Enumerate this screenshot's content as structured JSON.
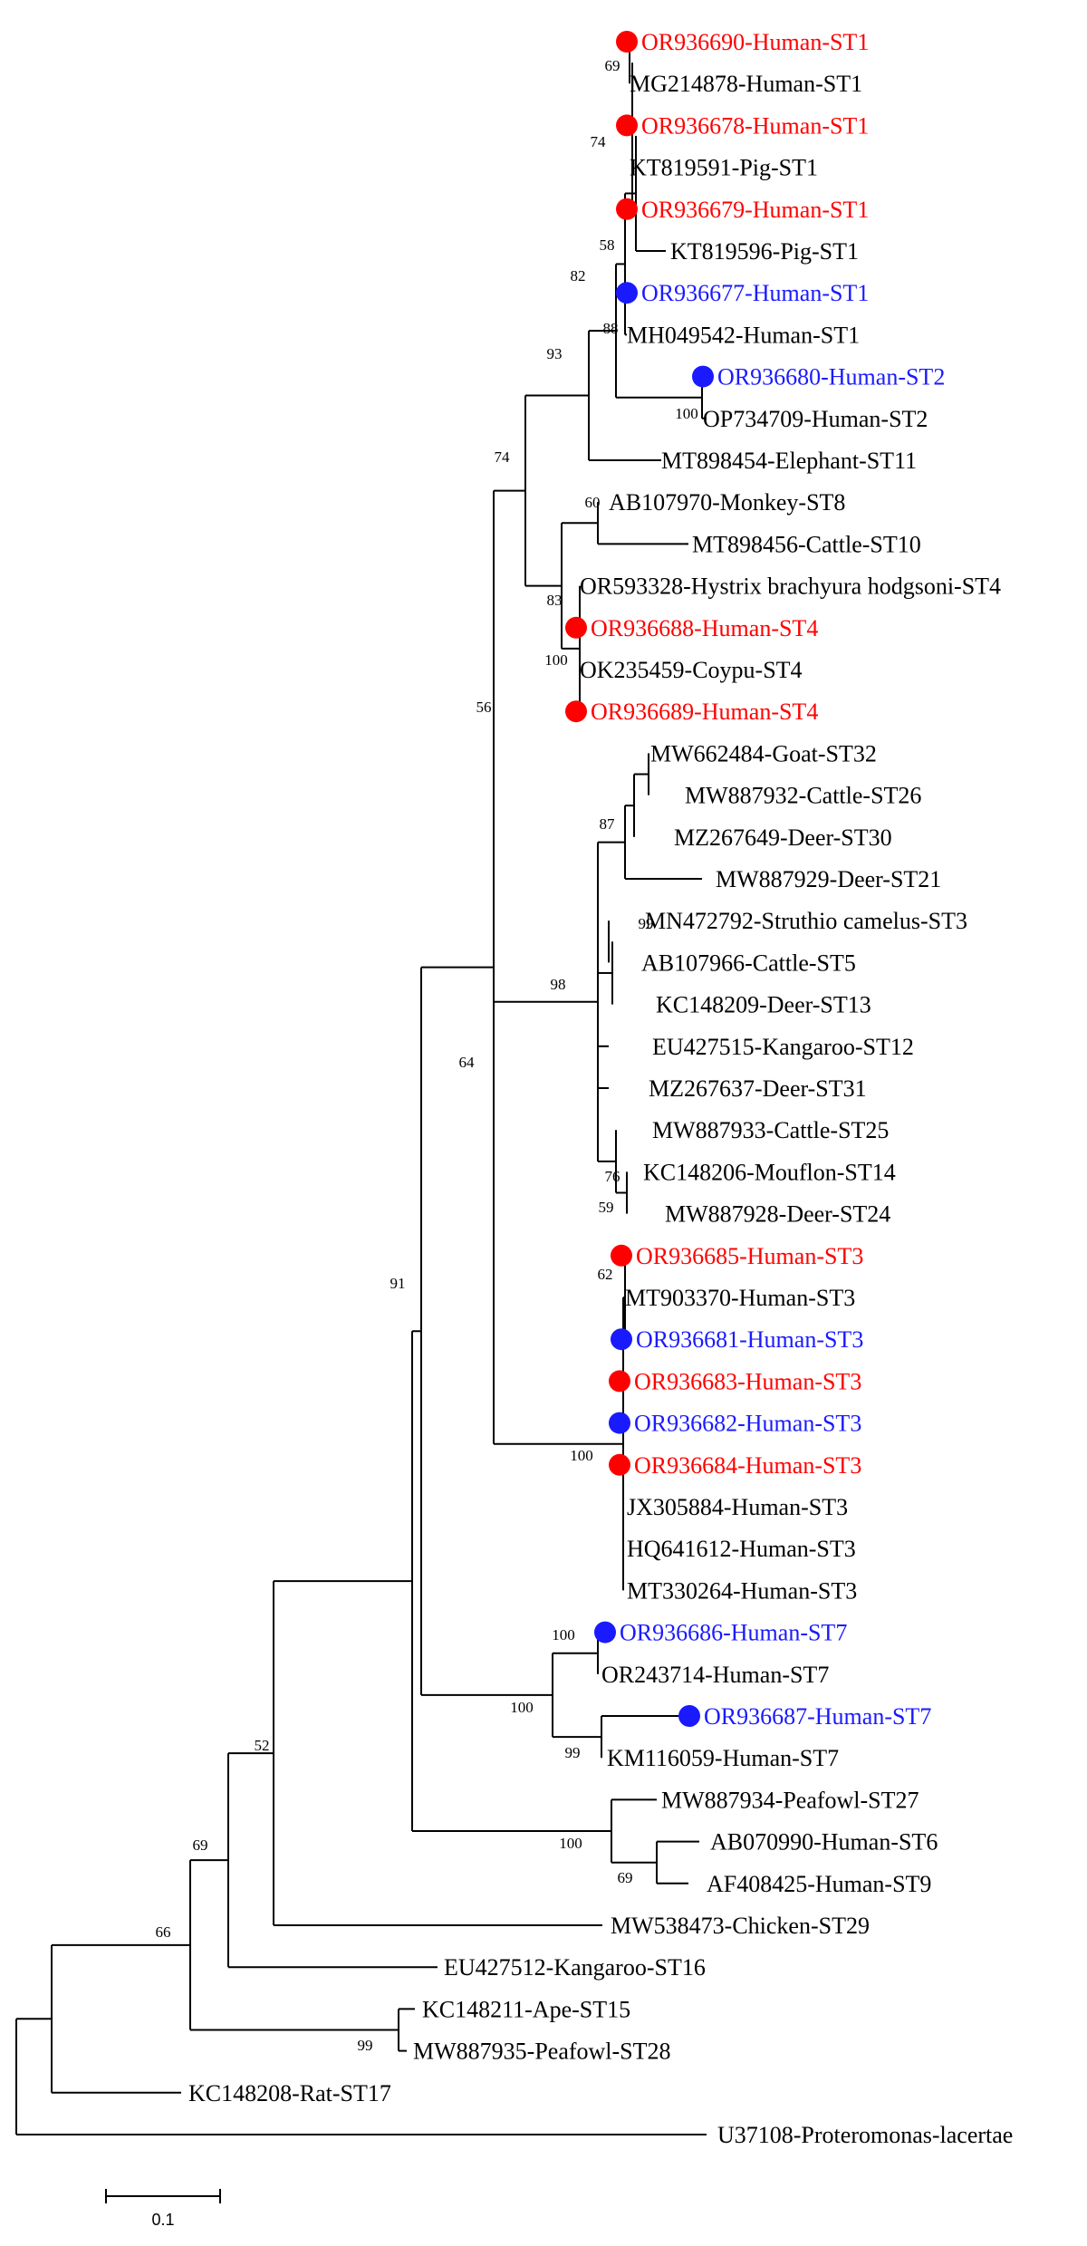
{
  "legend_colors": {
    "red_marker": "#ff0000",
    "blue_marker": "#1a1aff",
    "default_text": "#000000"
  },
  "scale_bar": {
    "label": "0.1"
  },
  "taxa": [
    {
      "id": "t1",
      "label": "OR936690-Human-ST1",
      "marker": "red"
    },
    {
      "id": "t2",
      "label": "MG214878-Human-ST1"
    },
    {
      "id": "t3",
      "label": "OR936678-Human-ST1",
      "marker": "red"
    },
    {
      "id": "t4",
      "label": "KT819591-Pig-ST1"
    },
    {
      "id": "t5",
      "label": "OR936679-Human-ST1",
      "marker": "red"
    },
    {
      "id": "t6",
      "label": "KT819596-Pig-ST1"
    },
    {
      "id": "t7",
      "label": "OR936677-Human-ST1",
      "marker": "blue"
    },
    {
      "id": "t8",
      "label": "MH049542-Human-ST1"
    },
    {
      "id": "t9",
      "label": "OR936680-Human-ST2",
      "marker": "blue"
    },
    {
      "id": "t10",
      "label": "OP734709-Human-ST2"
    },
    {
      "id": "t11",
      "label": "MT898454-Elephant-ST11"
    },
    {
      "id": "t12",
      "label": "AB107970-Monkey-ST8"
    },
    {
      "id": "t13",
      "label": "MT898456-Cattle-ST10"
    },
    {
      "id": "t14",
      "label": "OR593328-Hystrix brachyura hodgsoni-ST4"
    },
    {
      "id": "t15",
      "label": "OR936688-Human-ST4",
      "marker": "red"
    },
    {
      "id": "t16",
      "label": "OK235459-Coypu-ST4"
    },
    {
      "id": "t17",
      "label": "OR936689-Human-ST4",
      "marker": "red"
    },
    {
      "id": "t18",
      "label": "MW662484-Goat-ST32"
    },
    {
      "id": "t19",
      "label": "MW887932-Cattle-ST26"
    },
    {
      "id": "t20",
      "label": "MZ267649-Deer-ST30"
    },
    {
      "id": "t21",
      "label": "MW887929-Deer-ST21"
    },
    {
      "id": "t22",
      "label": "MN472792-Struthio camelus-ST3"
    },
    {
      "id": "t23",
      "label": "AB107966-Cattle-ST5"
    },
    {
      "id": "t24",
      "label": "KC148209-Deer-ST13"
    },
    {
      "id": "t25",
      "label": "EU427515-Kangaroo-ST12"
    },
    {
      "id": "t26",
      "label": "MZ267637-Deer-ST31"
    },
    {
      "id": "t27",
      "label": "MW887933-Cattle-ST25"
    },
    {
      "id": "t28",
      "label": "KC148206-Mouflon-ST14"
    },
    {
      "id": "t29",
      "label": "MW887928-Deer-ST24"
    },
    {
      "id": "t30",
      "label": "OR936685-Human-ST3",
      "marker": "red"
    },
    {
      "id": "t31",
      "label": "MT903370-Human-ST3"
    },
    {
      "id": "t32",
      "label": "OR936681-Human-ST3",
      "marker": "blue"
    },
    {
      "id": "t33",
      "label": "OR936683-Human-ST3",
      "marker": "red"
    },
    {
      "id": "t34",
      "label": "OR936682-Human-ST3",
      "marker": "blue"
    },
    {
      "id": "t35",
      "label": "OR936684-Human-ST3",
      "marker": "red"
    },
    {
      "id": "t36",
      "label": "JX305884-Human-ST3"
    },
    {
      "id": "t37",
      "label": "HQ641612-Human-ST3"
    },
    {
      "id": "t38",
      "label": "MT330264-Human-ST3"
    },
    {
      "id": "t39",
      "label": "OR936686-Human-ST7",
      "marker": "blue"
    },
    {
      "id": "t40",
      "label": "OR243714-Human-ST7"
    },
    {
      "id": "t41",
      "label": "OR936687-Human-ST7",
      "marker": "blue"
    },
    {
      "id": "t42",
      "label": "KM116059-Human-ST7"
    },
    {
      "id": "t43",
      "label": "MW887934-Peafowl-ST27"
    },
    {
      "id": "t44",
      "label": "AB070990-Human-ST6"
    },
    {
      "id": "t45",
      "label": "AF408425-Human-ST9"
    },
    {
      "id": "t46",
      "label": "MW538473-Chicken-ST29"
    },
    {
      "id": "t47",
      "label": "EU427512-Kangaroo-ST16"
    },
    {
      "id": "t48",
      "label": "KC148211-Ape-ST15"
    },
    {
      "id": "t49",
      "label": "MW887935-Peafowl-ST28"
    },
    {
      "id": "t50",
      "label": "KC148208-Rat-ST17"
    },
    {
      "id": "t51",
      "label": "U37108-Proteromonas-lacertae"
    }
  ],
  "bootstrap": [
    {
      "id": "b69a",
      "value": "69"
    },
    {
      "id": "b74",
      "value": "74"
    },
    {
      "id": "b58",
      "value": "58"
    },
    {
      "id": "b82",
      "value": "82"
    },
    {
      "id": "b88",
      "value": "88"
    },
    {
      "id": "b100st2",
      "value": "100"
    },
    {
      "id": "b93",
      "value": "93"
    },
    {
      "id": "b74b",
      "value": "74"
    },
    {
      "id": "b60",
      "value": "60"
    },
    {
      "id": "b83",
      "value": "83"
    },
    {
      "id": "b100st4",
      "value": "100"
    },
    {
      "id": "b56",
      "value": "56"
    },
    {
      "id": "b87",
      "value": "87"
    },
    {
      "id": "b99a",
      "value": "99"
    },
    {
      "id": "b98",
      "value": "98"
    },
    {
      "id": "b76",
      "value": "76"
    },
    {
      "id": "b59",
      "value": "59"
    },
    {
      "id": "b64",
      "value": "64"
    },
    {
      "id": "b62",
      "value": "62"
    },
    {
      "id": "b100st3",
      "value": "100"
    },
    {
      "id": "b91",
      "value": "91"
    },
    {
      "id": "b100st7a",
      "value": "100"
    },
    {
      "id": "b100st7b",
      "value": "100"
    },
    {
      "id": "b99b",
      "value": "99"
    },
    {
      "id": "b100st6",
      "value": "100"
    },
    {
      "id": "b69b",
      "value": "69"
    },
    {
      "id": "b52",
      "value": "52"
    },
    {
      "id": "b69c",
      "value": "69"
    },
    {
      "id": "b66",
      "value": "66"
    },
    {
      "id": "b99c",
      "value": "99"
    }
  ]
}
